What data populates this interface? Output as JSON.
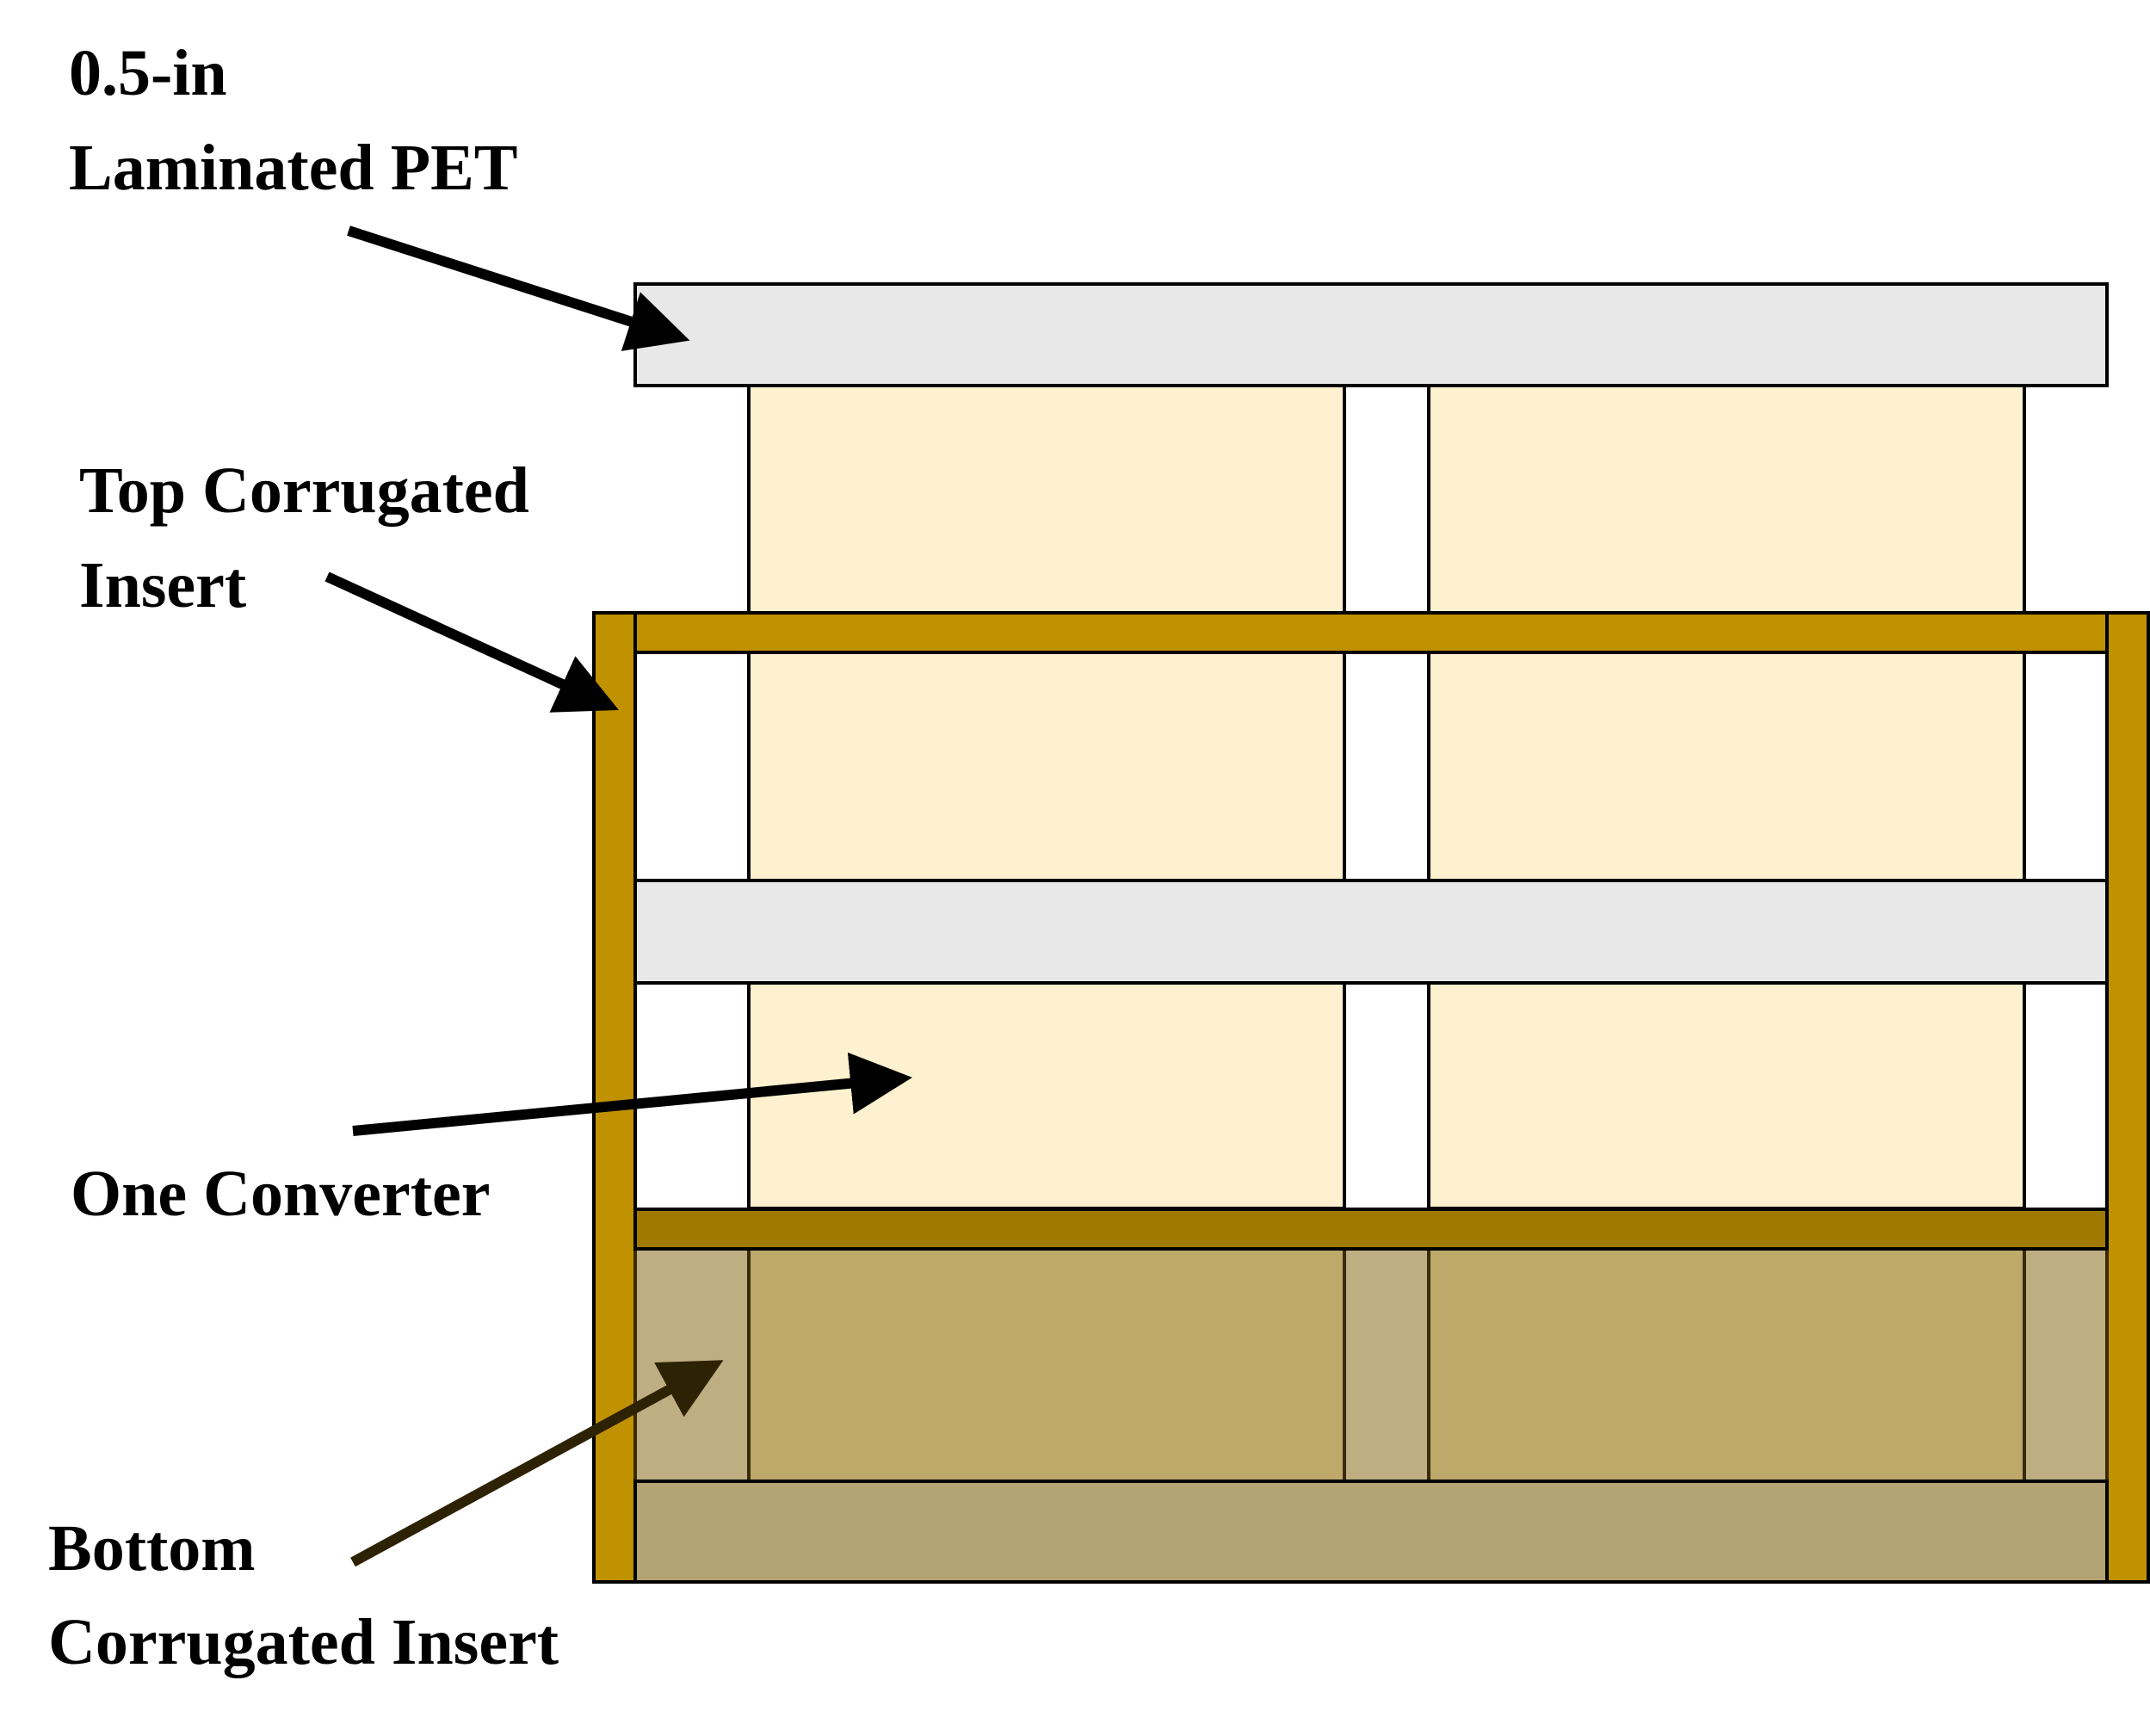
{
  "labels": {
    "pet": {
      "line1": "0.5-in",
      "line2": "Laminated PET"
    },
    "top_insert": {
      "line1": "Top Corrugated",
      "line2": "Insert"
    },
    "converter": {
      "line1": "One Converter"
    },
    "bottom_insert": {
      "line1": "Bottom",
      "line2": "Corrugated Insert"
    }
  },
  "colors": {
    "pet_sheet": "#e8e8e8",
    "converter": "#fdf1cf",
    "frame": "#c09100",
    "bottom_bar": "#a07a00",
    "bottom_converter": "#bea86a",
    "bottom_gap": "#bfae82",
    "bottom_base": "#b4a374",
    "outline": "#000000",
    "bottom_outline": "#3a2a05",
    "arrow": "#000000",
    "bottom_arrow": "#2e2204"
  }
}
